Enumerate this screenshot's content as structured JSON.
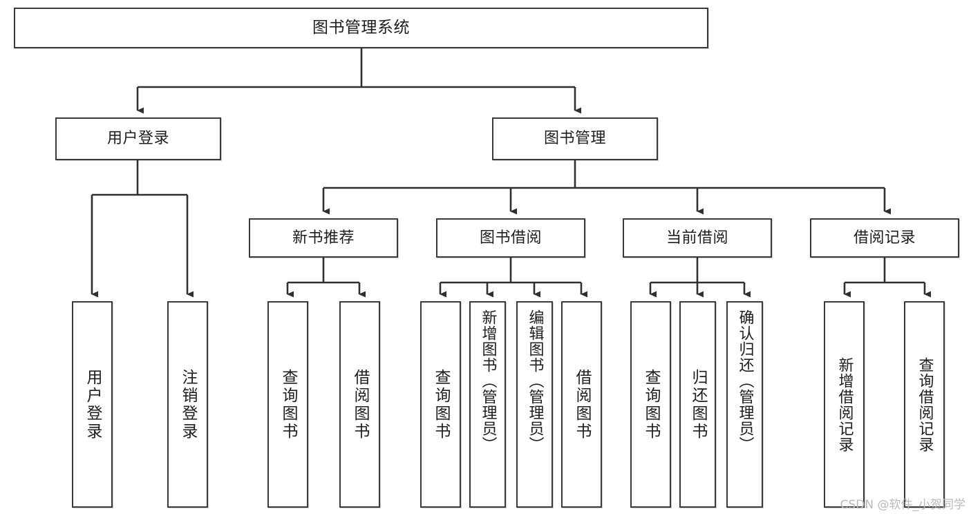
{
  "diagram": {
    "title": "图书管理系统",
    "type": "tree",
    "watermark": "CSDN @软件_小贺同学",
    "colors": {
      "box_border": "#3a3a3a",
      "box_fill": "#ffffff",
      "edge": "#2f2f2f",
      "text": "#1d1d1d",
      "watermark": "#b9b9b9"
    },
    "nodes": {
      "root": {
        "label": "图书管理系统",
        "level": 1,
        "orientation": "horizontal"
      },
      "user_login": {
        "label": "用户登录",
        "level": 2,
        "orientation": "horizontal"
      },
      "book_manage": {
        "label": "图书管理",
        "level": 2,
        "orientation": "horizontal"
      },
      "new_book_rec": {
        "label": "新书推荐",
        "level": 3,
        "orientation": "horizontal"
      },
      "book_borrow": {
        "label": "图书借阅",
        "level": 3,
        "orientation": "horizontal"
      },
      "current_borrow": {
        "label": "当前借阅",
        "level": 3,
        "orientation": "horizontal"
      },
      "borrow_record": {
        "label": "借阅记录",
        "level": 3,
        "orientation": "horizontal"
      },
      "leaf_user_login": {
        "label": "用户登录",
        "level": 3,
        "orientation": "vertical"
      },
      "leaf_logout": {
        "label": "注销登录",
        "level": 3,
        "orientation": "vertical"
      },
      "leaf_query_book_1": {
        "label": "查询图书",
        "level": 4,
        "orientation": "vertical"
      },
      "leaf_borrow_book_1": {
        "label": "借阅图书",
        "level": 4,
        "orientation": "vertical"
      },
      "leaf_query_book_2": {
        "label": "查询图书",
        "level": 4,
        "orientation": "vertical"
      },
      "leaf_add_book": {
        "label": "新增图书（管理员）",
        "level": 4,
        "orientation": "vertical"
      },
      "leaf_edit_book": {
        "label": "编辑图书（管理员）",
        "level": 4,
        "orientation": "vertical"
      },
      "leaf_borrow_book_2": {
        "label": "借阅图书",
        "level": 4,
        "orientation": "vertical"
      },
      "leaf_query_book_3": {
        "label": "查询图书",
        "level": 4,
        "orientation": "vertical"
      },
      "leaf_return_book": {
        "label": "归还图书",
        "level": 4,
        "orientation": "vertical"
      },
      "leaf_confirm_return": {
        "label": "确认归还（管理员）",
        "level": 4,
        "orientation": "vertical"
      },
      "leaf_add_record": {
        "label": "新增借阅记录",
        "level": 4,
        "orientation": "vertical"
      },
      "leaf_query_record": {
        "label": "查询借阅记录",
        "level": 4,
        "orientation": "vertical"
      }
    },
    "hierarchy": [
      {
        "label": "图书管理系统",
        "children": [
          {
            "label": "用户登录",
            "children": [
              {
                "label": "用户登录"
              },
              {
                "label": "注销登录"
              }
            ]
          },
          {
            "label": "图书管理",
            "children": [
              {
                "label": "新书推荐",
                "children": [
                  {
                    "label": "查询图书"
                  },
                  {
                    "label": "借阅图书"
                  }
                ]
              },
              {
                "label": "图书借阅",
                "children": [
                  {
                    "label": "查询图书"
                  },
                  {
                    "label": "新增图书（管理员）"
                  },
                  {
                    "label": "编辑图书（管理员）"
                  },
                  {
                    "label": "借阅图书"
                  }
                ]
              },
              {
                "label": "当前借阅",
                "children": [
                  {
                    "label": "查询图书"
                  },
                  {
                    "label": "归还图书"
                  },
                  {
                    "label": "确认归还（管理员）"
                  }
                ]
              },
              {
                "label": "借阅记录",
                "children": [
                  {
                    "label": "新增借阅记录"
                  },
                  {
                    "label": "查询借阅记录"
                  }
                ]
              }
            ]
          }
        ]
      }
    ]
  }
}
